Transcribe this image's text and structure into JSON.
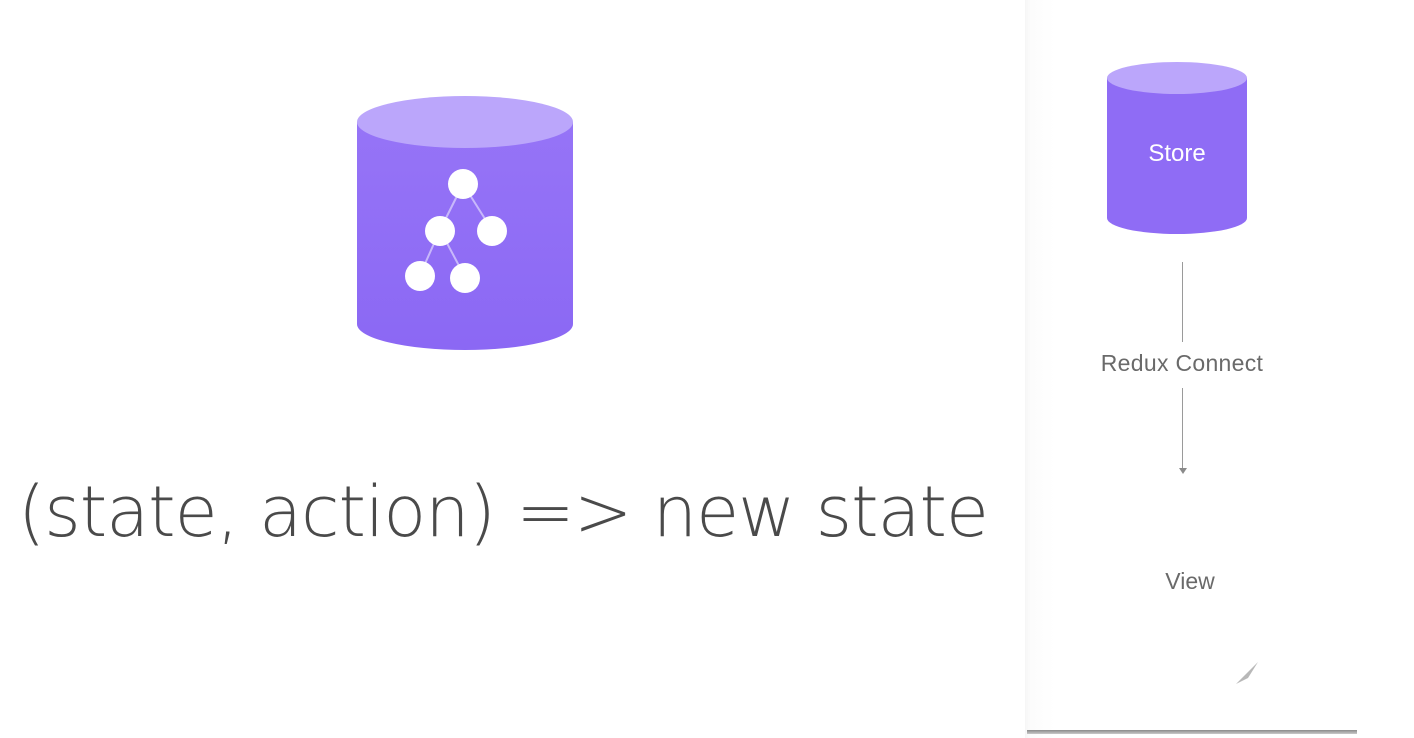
{
  "slide": {
    "formula": "(state, action) => new state"
  },
  "side_panel": {
    "store_label": "Store",
    "connect_label": "Redux Connect",
    "view_label": "View"
  },
  "colors": {
    "cylinder_body": "#8f6cf5",
    "cylinder_top": "#bba6fb",
    "node_fill": "#ffffff",
    "connector_line": "#9a9a9a",
    "text_gray": "#6a6a6a"
  },
  "icons": {
    "store_tree": "tree-nodes-icon",
    "big_store": "database-cylinder-icon",
    "small_store": "database-cylinder-icon",
    "arrow": "arrow-down-icon",
    "corner": "resize-handle-icon"
  }
}
